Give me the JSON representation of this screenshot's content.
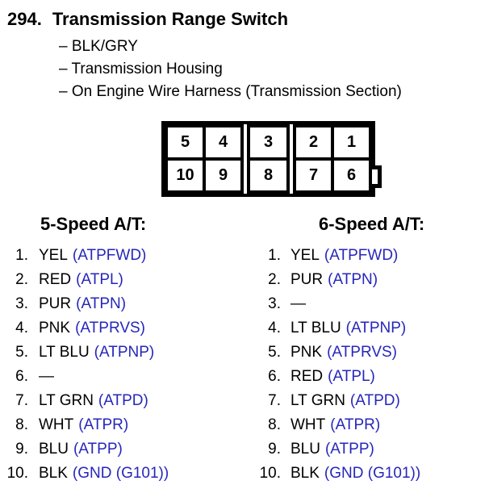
{
  "title": {
    "number": "294.",
    "text": "Transmission Range Switch"
  },
  "bullets": [
    "– BLK/GRY",
    "– Transmission Housing",
    "– On Engine Wire Harness (Transmission Section)"
  ],
  "connector": {
    "groups": [
      {
        "top": [
          "5",
          "4"
        ],
        "bottom": [
          "10",
          "9"
        ]
      },
      {
        "top": [
          "3"
        ],
        "bottom": [
          "8"
        ]
      },
      {
        "top": [
          "2",
          "1"
        ],
        "bottom": [
          "7",
          "6"
        ]
      }
    ]
  },
  "columns": [
    {
      "heading": "5-Speed A/T:",
      "pins": [
        {
          "num": "1.",
          "wire": "YEL",
          "signal": "(ATPFWD)"
        },
        {
          "num": "2.",
          "wire": "RED",
          "signal": "(ATPL)"
        },
        {
          "num": "3.",
          "wire": "PUR",
          "signal": "(ATPN)"
        },
        {
          "num": "4.",
          "wire": "PNK",
          "signal": "(ATPRVS)"
        },
        {
          "num": "5.",
          "wire": "LT BLU",
          "signal": "(ATPNP)"
        },
        {
          "num": "6.",
          "wire": "—",
          "signal": ""
        },
        {
          "num": "7.",
          "wire": "LT GRN",
          "signal": "(ATPD)"
        },
        {
          "num": "8.",
          "wire": "WHT",
          "signal": "(ATPR)"
        },
        {
          "num": "9.",
          "wire": "BLU",
          "signal": "(ATPP)"
        },
        {
          "num": "10.",
          "wire": "BLK",
          "signal": "(GND (G101))"
        }
      ]
    },
    {
      "heading": "6-Speed A/T:",
      "pins": [
        {
          "num": "1.",
          "wire": "YEL",
          "signal": "(ATPFWD)"
        },
        {
          "num": "2.",
          "wire": "PUR",
          "signal": "(ATPN)"
        },
        {
          "num": "3.",
          "wire": "—",
          "signal": ""
        },
        {
          "num": "4.",
          "wire": "LT BLU",
          "signal": "(ATPNP)"
        },
        {
          "num": "5.",
          "wire": "PNK",
          "signal": "(ATPRVS)"
        },
        {
          "num": "6.",
          "wire": "RED",
          "signal": "(ATPL)"
        },
        {
          "num": "7.",
          "wire": "LT GRN",
          "signal": "(ATPD)"
        },
        {
          "num": "8.",
          "wire": "WHT",
          "signal": "(ATPR)"
        },
        {
          "num": "9.",
          "wire": "BLU",
          "signal": "(ATPP)"
        },
        {
          "num": "10.",
          "wire": "BLK",
          "signal": "(GND (G101))"
        }
      ]
    }
  ],
  "colors": {
    "signal_blue": "#2626bb",
    "text": "#000000"
  }
}
